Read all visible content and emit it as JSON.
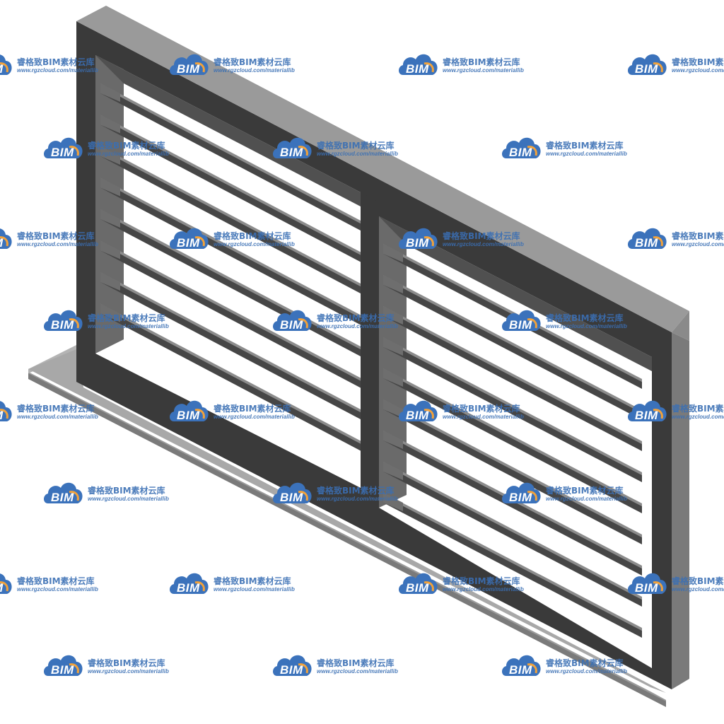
{
  "watermark": {
    "logo_text": "BIM",
    "brand_text": "睿格致BIM素材云库",
    "url_text": "www.rgzcloud.com/materiallib",
    "colors": {
      "cloud": "#3b72bb",
      "cloud_accent": "#f2a23a",
      "text": "#3a6fb4"
    }
  },
  "model": {
    "subject": "louver-grille",
    "colors": {
      "frame_dark": "#3a3a3a",
      "frame_light": "#9a9a9a",
      "frame_side": "#7a7a7a",
      "sill": "#a8a8a8",
      "slat": "#464646",
      "slat_top": "#8c8c8c"
    }
  }
}
